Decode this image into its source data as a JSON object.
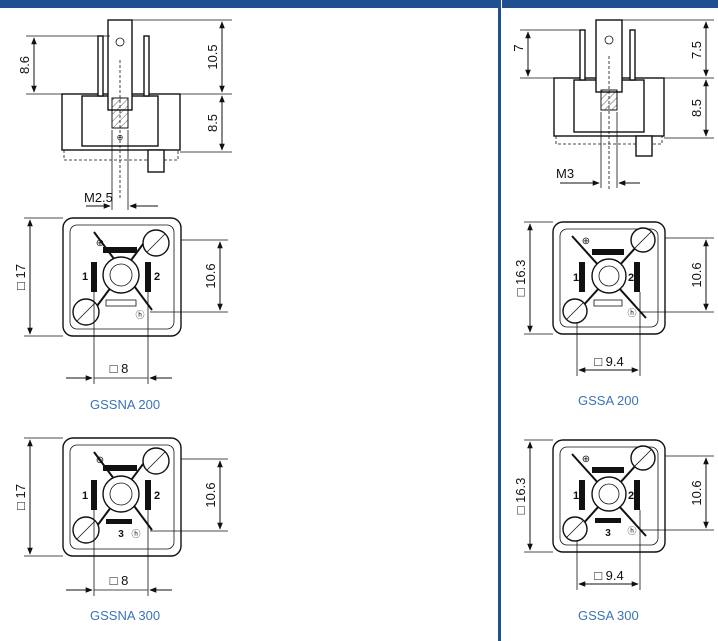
{
  "colors": {
    "accent": "#1f4f8e",
    "caption": "#3a73b8"
  },
  "left": {
    "side_dims": {
      "pin_height": "8.6",
      "top_height": "10.5",
      "body_height": "8.5",
      "thread": "M2.5"
    },
    "variants": [
      {
        "caption": "GSSNA 200",
        "square": "□ 17",
        "pin_span": "10.6",
        "pitch": "□ 8",
        "pin_labels": [
          "1",
          "2"
        ]
      },
      {
        "caption": "GSSNA 300",
        "square": "□ 17",
        "pin_span": "10.6",
        "pitch": "□ 8",
        "pin_labels": [
          "1",
          "2",
          "3"
        ]
      }
    ]
  },
  "right": {
    "side_dims": {
      "pin_height": "7",
      "top_height": "7.5",
      "body_height": "8.5",
      "thread": "M3"
    },
    "variants": [
      {
        "caption": "GSSA 200",
        "square": "□ 16.3",
        "pin_span": "10.6",
        "pitch": "□ 9.4",
        "pin_labels": [
          "1",
          "2"
        ]
      },
      {
        "caption": "GSSA 300",
        "square": "□ 16.3",
        "pin_span": "10.6",
        "pitch": "□ 9.4",
        "pin_labels": [
          "1",
          "2",
          "3"
        ]
      }
    ]
  },
  "icons": {
    "ground": "ground-symbol-icon",
    "h": "h-mark-icon"
  }
}
